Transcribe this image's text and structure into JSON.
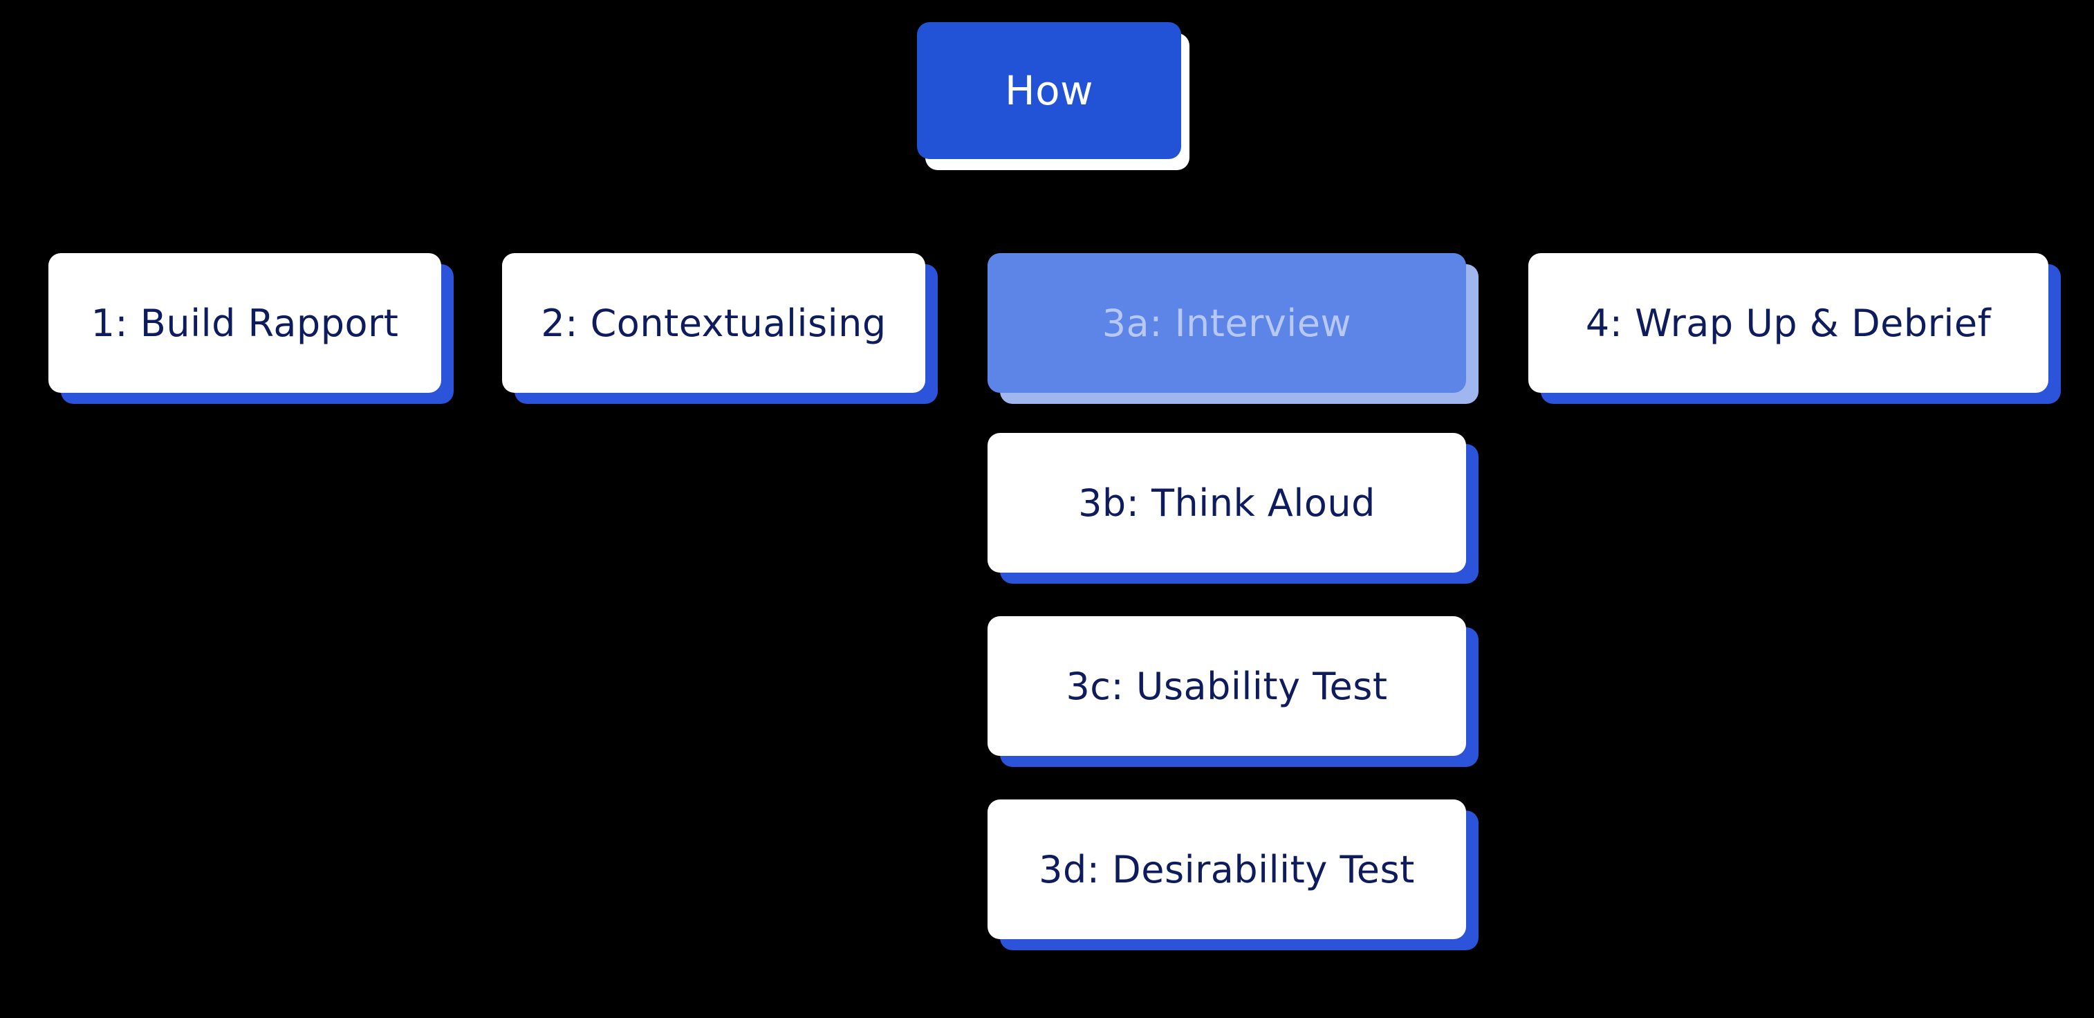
{
  "diagram": {
    "root": {
      "label": "How"
    },
    "steps": [
      {
        "id": "build-rapport",
        "label": "1: Build Rapport"
      },
      {
        "id": "contextualising",
        "label": "2: Contextualising"
      },
      {
        "id": "interview",
        "label": "3a: Interview",
        "highlighted": true
      },
      {
        "id": "wrap-up",
        "label": "4: Wrap Up & Debrief"
      }
    ],
    "substeps": [
      {
        "id": "think-aloud",
        "label": "3b: Think Aloud"
      },
      {
        "id": "usability-test",
        "label": "3c: Usability Test"
      },
      {
        "id": "desirability-test",
        "label": "3d: Desirability Test"
      }
    ]
  },
  "colors": {
    "background": "#000000",
    "accent_blue": "#2252d6",
    "card_shadow": "#2b54db",
    "highlight_fill": "#5d84e7",
    "text_dark": "#0e1b5c"
  }
}
